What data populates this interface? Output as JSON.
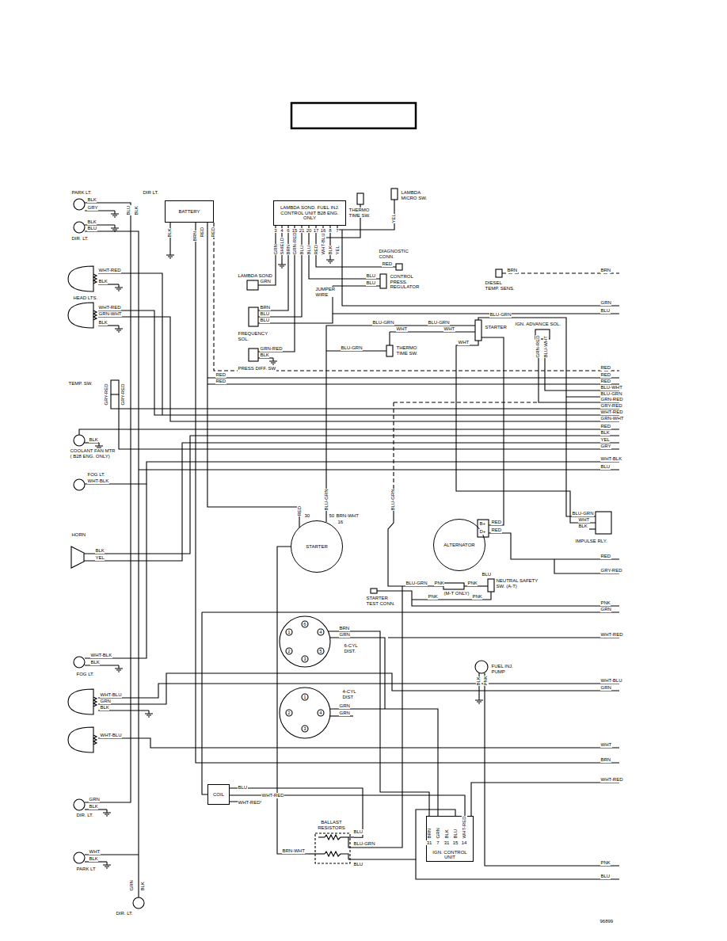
{
  "diagram": {
    "nodes": [
      {
        "text": [
          "BATTERY"
        ]
      },
      {
        "text": [
          "LAMBDA SOND. FUEL INJ. CONTROL UNIT B28 ENG. ONLY"
        ]
      },
      {
        "text": [
          "STARTER"
        ]
      },
      {
        "text": [
          "ALTERNATOR"
        ]
      },
      {
        "text": [
          "COIL"
        ]
      },
      {
        "text": [
          "BALLAST RESISTORS"
        ]
      },
      {
        "text": [
          "IGN. CONTROL UNIT"
        ]
      }
    ],
    "edges": [
      {
        "from": 0,
        "to": 2,
        "arrow": "none"
      },
      {
        "from": 4,
        "to": 6,
        "label": "WHT-RED",
        "arrow": "none"
      },
      {
        "from": 2,
        "to": 5,
        "label": "BRN-WHT",
        "arrow": "none"
      },
      {
        "from": 5,
        "to": 4,
        "label": "BLU",
        "arrow": "none"
      }
    ],
    "labels": [
      "PARK LT.",
      "BLK",
      "GRY",
      "DIR LT.",
      "BLU",
      "BLK",
      "BLK",
      "BLU",
      "DIR. LT.",
      "WHT-RED",
      "BLK",
      "HEAD LTS.",
      "WHT-RED",
      "GRN-WHT",
      "BLK",
      "TEMP. SW.",
      "GRY-RED",
      "GRY-RED",
      "BLK",
      "COOLANT FAN MTR",
      "( B28 ENG. ONLY)",
      "FOG LT.",
      "WHT-BLK",
      "HORN",
      "BLK",
      "YEL",
      "WHT-BLK",
      "BLK",
      "FOG LT.",
      "WHT-BLU",
      "GRN",
      "BLK",
      "WHT-BLU",
      "GRN",
      "BLK",
      "DIR. LT.",
      "WHT",
      "BLK",
      "PARK LT",
      "GRN",
      "BLK",
      "DIR. LT.",
      "BLK",
      "BRN",
      "RED",
      "RED",
      "3",
      "4",
      "6",
      "15",
      "21",
      "20",
      "17",
      "16",
      "8",
      "7",
      "GRN",
      "SHIELD",
      "BRN",
      "GRN-RED",
      "BLU",
      "BLU",
      "RED",
      "WHT-BLU",
      "BLK",
      "YEL",
      "THERMO TIME SW.",
      "YEL",
      "LAMBDA MICRO SW.",
      "DIAGNOSTIC CONN.",
      "RED",
      "LAMBDA SOND",
      "GRN",
      "JUMPER WIRE",
      "BLU",
      "BLU",
      "CONTROL PRESS. REGULATOR",
      "BRN",
      "DIESEL TEMP. SENS.",
      "BRN",
      "BRN",
      "BLU",
      "BLU",
      "FREQUENCY SOL.",
      "GRN-RED",
      "BLK",
      "PRESS DIFF. SW",
      "BLU-GRN",
      "WHT",
      "BLU-GRN",
      "BLU-GRN",
      "WHT",
      "WHT",
      "STARTER",
      "BLU-GRN",
      "THERMO TIME SW.",
      "IGN. ADVANCE SOL.",
      "GRN-RED",
      "BLU-WHT",
      "GRN",
      "BLU",
      "RED",
      "RED",
      "RED",
      "BLU-WHT",
      "BLU-GRN",
      "GRN-RED",
      "GRY-RED",
      "WHT-RED",
      "GRN-WHT",
      "RED",
      "BLK",
      "YEL",
      "GRY",
      "WHT-BLK",
      "BLU",
      "RED",
      "GRY-RED",
      "PNK",
      "GRN",
      "WHT-RED",
      "WHT-BLU",
      "GRN",
      "WHT",
      "BRN",
      "WHT-RED",
      "PNK",
      "BLU",
      "BLU-GRN",
      "RED",
      "30",
      "50",
      "BRN-WHT",
      "16",
      "BLU-GRN",
      "B+",
      "D+",
      "RED",
      "RED",
      "BLU-GRN",
      "WHT",
      "BLK",
      "IMPULSE RLY.",
      "BLU",
      "BLU-GRN",
      "PNK",
      "PNK",
      "(M-T ONLY)",
      "NEUTRAL SAFETY SW. (A-T)",
      "PNK",
      "PNK",
      "STARTER TEST CONN.",
      "1",
      "6",
      "4",
      "2",
      "3",
      "5",
      "BRN",
      "GRN",
      "6-CYL DIST.",
      "1",
      "2",
      "3",
      "4",
      "4-CYL DIST",
      "GRN",
      "GRN",
      "FUEL INJ. PUMP",
      "BLK",
      "PNK",
      "WHT-RED",
      "BLU",
      "BLU-GRN",
      "BLU",
      "31",
      "7",
      "31",
      "15",
      "14",
      "BRN",
      "GRN",
      "BLK",
      "BLU",
      "WHT-RED",
      "96899",
      "RED",
      "RED"
    ]
  }
}
